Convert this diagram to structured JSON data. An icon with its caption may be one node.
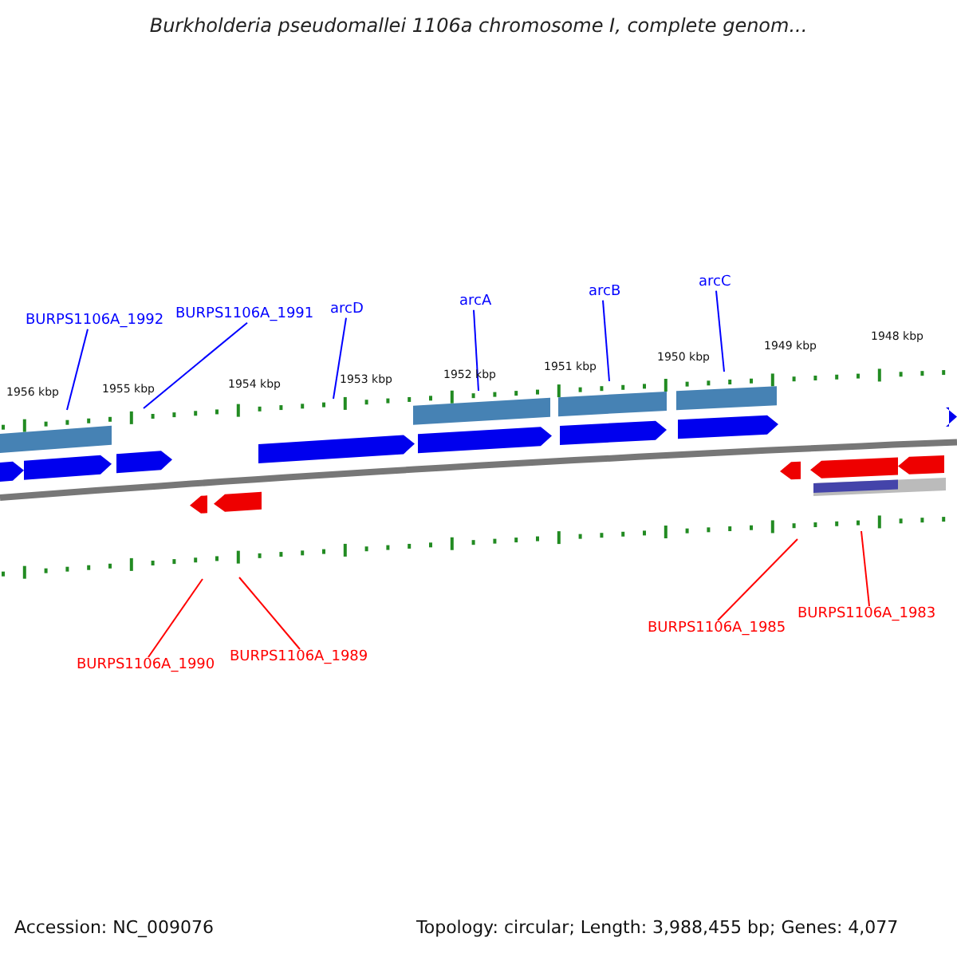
{
  "diagram": {
    "title": "Burkholderia pseudomallei 1106a chromosome I, complete genom...",
    "nodes": [
      {
        "text": [
          "BURPS1106A_1992"
        ]
      },
      {
        "text": [
          "BURPS1106A_1991"
        ]
      },
      {
        "text": [
          "arcD"
        ]
      },
      {
        "text": [
          "arcA"
        ]
      },
      {
        "text": [
          "arcB"
        ]
      },
      {
        "text": [
          "arcC"
        ]
      },
      {
        "text": [
          "BURPS1106A_1990"
        ]
      },
      {
        "text": [
          "BURPS1106A_1989"
        ]
      },
      {
        "text": [
          "BURPS1106A_1985"
        ]
      },
      {
        "text": [
          "BURPS1106A_1983"
        ]
      },
      {
        "text": [],
        "shape": "picture"
      }
    ],
    "edges": [
      {
        "from": 0,
        "to": 10,
        "arrow": "none"
      },
      {
        "from": 1,
        "to": 10,
        "arrow": "none"
      },
      {
        "from": 2,
        "to": 10,
        "arrow": "none"
      },
      {
        "from": 3,
        "to": 10,
        "arrow": "none"
      },
      {
        "from": 4,
        "to": 10,
        "arrow": "none"
      },
      {
        "from": 5,
        "to": 10,
        "arrow": "none"
      },
      {
        "from": 6,
        "to": 10,
        "arrow": "none",
        "color": "#ff0000"
      },
      {
        "from": 7,
        "to": 10,
        "arrow": "none",
        "color": "#ff0000"
      },
      {
        "from": 8,
        "to": 10,
        "arrow": "none",
        "color": "#ff0000"
      },
      {
        "from": 9,
        "to": 10,
        "arrow": "none",
        "color": "#ff0000"
      }
    ],
    "labels": [
      "1956 kbp",
      "1955 kbp",
      "1954 kbp",
      "1953 kbp",
      "1952 kbp",
      "1951 kbp",
      "1950 kbp",
      "1949 kbp",
      "1948 kbp",
      "Accession: NC_009076",
      "Topology: circular; Length: 3,988,455 bp; Genes: 4,077"
    ]
  }
}
